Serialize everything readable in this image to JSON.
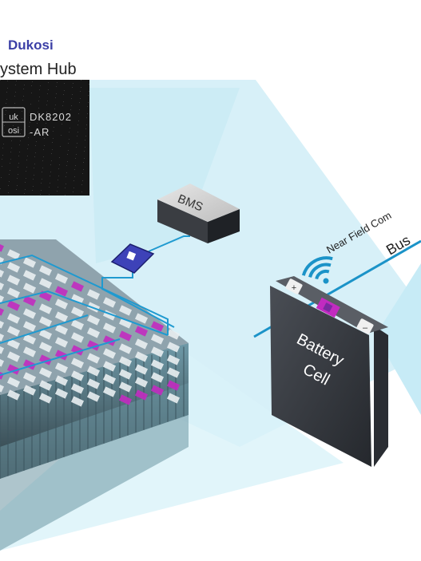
{
  "hub": {
    "brand": "Dukosi",
    "subtitle": "ystem Hub",
    "chip_line1": "DK8202",
    "chip_line2": "-AR",
    "logo_top": "uk",
    "logo_bottom": "osi"
  },
  "bms": {
    "label": "BMS"
  },
  "links": {
    "nfc_label": "Near Field Com",
    "bus_label": "Bus"
  },
  "cell": {
    "label_line1": "Battery",
    "label_line2": "Cell",
    "plus": "+",
    "minus": "–"
  },
  "colors": {
    "brand": "#3b3fa6",
    "bus_line": "#1b93c8",
    "beam": "#cdeef7",
    "cell_body": "#33373e",
    "chip_bg": "#1b1b1b",
    "module": "#3d42b8",
    "magenta": "#c22bc0"
  },
  "icons": [
    "wifi-icon",
    "hub-chip-icon"
  ]
}
